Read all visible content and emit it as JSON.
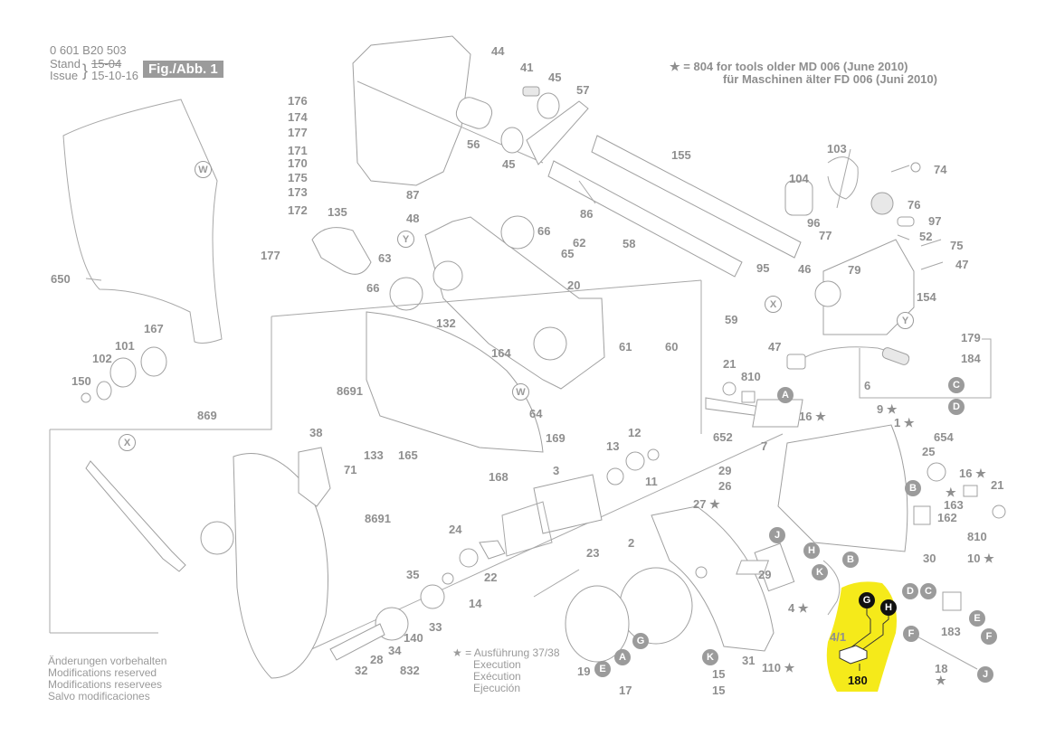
{
  "header": {
    "part_number": "0 601 B20 503",
    "stand_label": "Stand",
    "stand_value_struck": "15-04",
    "issue_label": "Issue",
    "issue_value": "15-10-16",
    "figure_label": "Fig./Abb. 1"
  },
  "star_note": {
    "line1": "★ = 804  for tools older MD 006 (June 2010)",
    "line2": "für Maschinen älter FD 006 (Juni 2010)"
  },
  "footer_left": [
    "Änderungen vorbehalten",
    "Modifications reserved",
    "Modifications reservees",
    "Salvo modificaciones"
  ],
  "footer_execution": {
    "line1": "★ = Ausführung 37/38",
    "line2": "Execution",
    "line3": "Exécution",
    "line4": "Ejecución"
  },
  "highlight": {
    "color": "#f5ea1a",
    "part": "180",
    "badges": [
      "G",
      "H"
    ]
  },
  "parts": {
    "p44": "44",
    "p41": "41",
    "p45a": "45",
    "p57": "57",
    "p56": "56",
    "p45b": "45",
    "p176": "176",
    "p174": "174",
    "p177a": "177",
    "p171": "171",
    "p170": "170",
    "p175": "175",
    "p173": "173",
    "p172": "172",
    "p177b": "177",
    "p155": "155",
    "p103": "103",
    "p74": "74",
    "p104": "104",
    "p76": "76",
    "p87": "87",
    "p48": "48",
    "p86": "86",
    "p135": "135",
    "p66a": "66",
    "p62": "62",
    "p65": "65",
    "p63": "63",
    "p58": "58",
    "p96": "96",
    "p97": "97",
    "p77": "77",
    "p52": "52",
    "p75": "75",
    "p95": "95",
    "p46": "46",
    "p79": "79",
    "p47a": "47",
    "p154": "154",
    "p650": "650",
    "p66b": "66",
    "p20": "20",
    "p132": "132",
    "p167": "167",
    "p101": "101",
    "p102": "102",
    "p150": "150",
    "p59": "59",
    "p47b": "47",
    "p179": "179",
    "p184": "184",
    "p61": "61",
    "p60": "60",
    "p164": "164",
    "p64": "64",
    "p21a": "21",
    "p810a": "810",
    "p6": "6",
    "p8691a": "8691",
    "p869": "869",
    "p9": "9 ★",
    "p16a": "16 ★",
    "p654": "654",
    "p652": "652",
    "p1": "1 ★",
    "p25": "25",
    "p38": "38",
    "p133": "133",
    "p165": "165",
    "p71": "71",
    "p169": "169",
    "p13": "13",
    "p12": "12",
    "p7": "7",
    "p29a": "29",
    "p11": "11",
    "p168": "168",
    "p3": "3",
    "p26": "26",
    "p16b": "16 ★",
    "p21b": "21",
    "p163": "163",
    "p162": "162",
    "p8691b": "8691",
    "p27": "27 ★",
    "p810b": "810",
    "p30": "30",
    "p10": "10 ★",
    "p24": "24",
    "p22": "22",
    "p23": "23",
    "p2": "2",
    "p29b": "29",
    "p35": "35",
    "p14": "14",
    "p33": "33",
    "p4": "4 ★",
    "p41_1": "4/1",
    "p183": "183",
    "p140": "140",
    "p34": "34",
    "p28": "28",
    "p32": "32",
    "p832": "832",
    "p31": "31",
    "p110": "110 ★",
    "p19": "19",
    "p15a": "15",
    "p15b": "15",
    "p17": "17",
    "p18": "18",
    "p18star": "★",
    "p16star_extra": "★"
  },
  "reference_badges": {
    "A1": "A",
    "A2": "A",
    "B1": "B",
    "B2": "B",
    "C1": "C",
    "C2": "C",
    "D1": "D",
    "D2": "D",
    "E1": "E",
    "E2": "E",
    "F1": "F",
    "F2": "F",
    "G1": "G",
    "H1": "H",
    "J1": "J",
    "J2": "J",
    "K1": "K",
    "K2": "K"
  },
  "ring_badges": {
    "W1": "W",
    "W2": "W",
    "Y1": "Y",
    "Y2": "Y",
    "X1": "X",
    "X2": "X"
  }
}
